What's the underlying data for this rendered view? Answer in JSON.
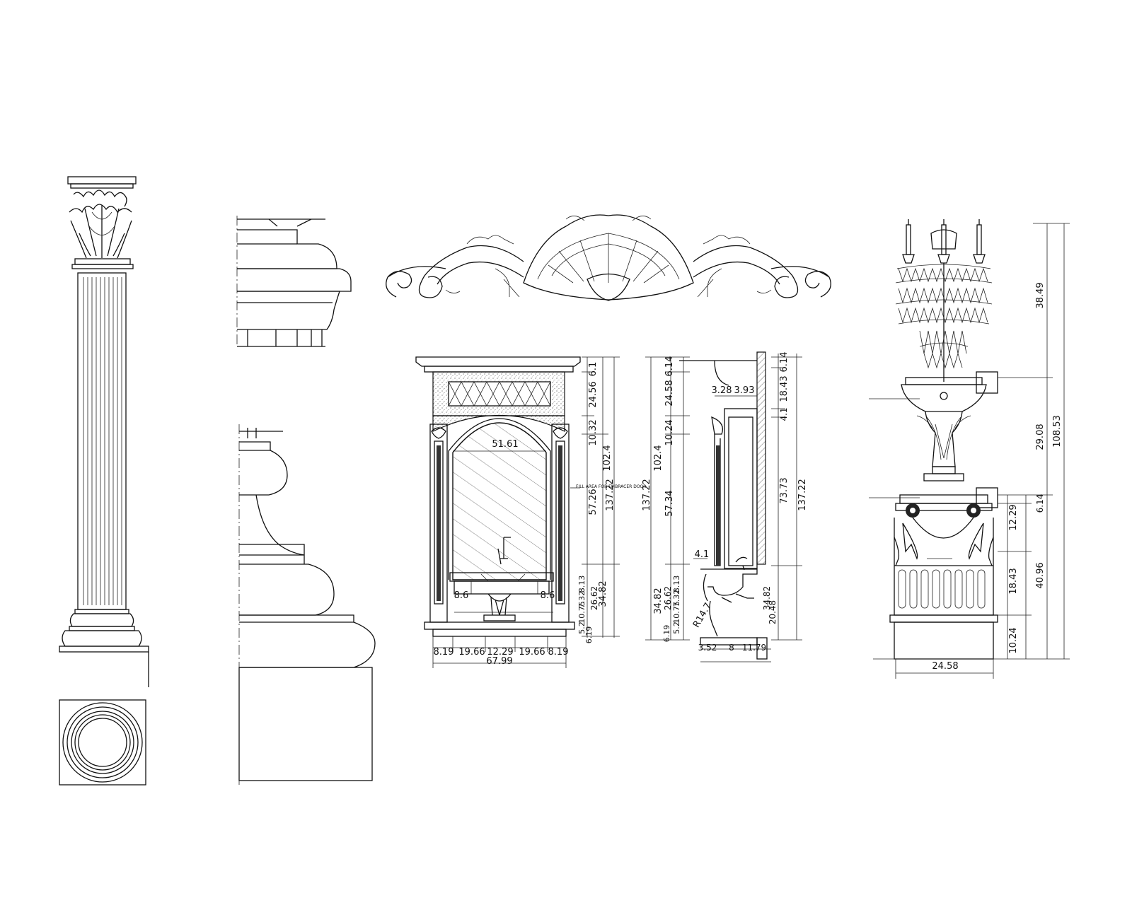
{
  "drawing": {
    "mirror_elevation": {
      "widths": [
        "8.19",
        "19.66",
        "12.29",
        "19.66",
        "8.19"
      ],
      "total_width": "67.99",
      "arch_width": "51.61",
      "side_inset_left": "8.6",
      "side_inset_right": "8.6",
      "heights": [
        "6.1",
        "24.56",
        "10.32",
        "57.26",
        "34.82"
      ],
      "lower_heights": [
        "5.2",
        "10.75",
        "7.32",
        "8.13",
        "26.62",
        "6.19"
      ],
      "middle_height": "102.4",
      "total_height": "137.22",
      "note": "FILL AREA FOR EMBRACER DOOR"
    },
    "mirror_section": {
      "top": [
        "6.14",
        "24.58",
        "10.24",
        "57.34",
        "34.82"
      ],
      "lower": [
        "26.62",
        "5.2",
        "10.75",
        "7.32",
        "8.13",
        "6.19"
      ],
      "right": [
        "6.14",
        "18.43",
        "4.1",
        "73.73",
        "20.48",
        "34.82"
      ],
      "middle_height": "102.4",
      "total_height": "137.22",
      "total_height_right": "137.22",
      "depth_small": [
        "3.28",
        "3.93"
      ],
      "sink_offset": "4.1",
      "radius": "R14.7",
      "base_widths": [
        "3.52",
        "8",
        "11.79"
      ]
    },
    "pedestal": {
      "upper_heights": [
        "38.49",
        "29.08"
      ],
      "total_height": "108.53",
      "lower_heights": [
        "6.14",
        "12.29",
        "18.43",
        "10.24"
      ],
      "lower_total": "40.96",
      "base_width": "24.58"
    }
  }
}
